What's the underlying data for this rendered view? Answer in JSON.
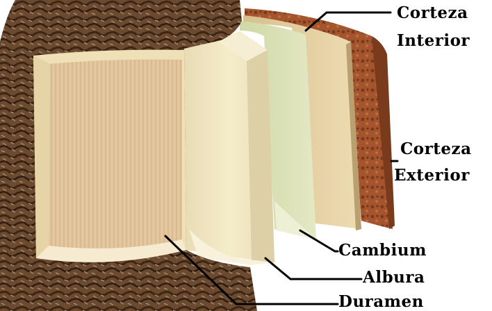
{
  "colors": {
    "bark": "#6b4a30",
    "bark_dark": "#3b2616",
    "heartwood": "#e0c49c",
    "sapwood": "#efe3bd",
    "cambium": "#d6ddb0",
    "inner_bark": "#dcc89a",
    "outer_bark": "#a4552e",
    "leader": "#000000"
  },
  "labels": {
    "inner_bark_line1": "Corteza",
    "inner_bark_line2": "Interior",
    "outer_bark_line1": "Corteza",
    "outer_bark_line2": "Exterior",
    "cambium": "Cambium",
    "sapwood": "Albura",
    "heartwood": "Duramen"
  }
}
